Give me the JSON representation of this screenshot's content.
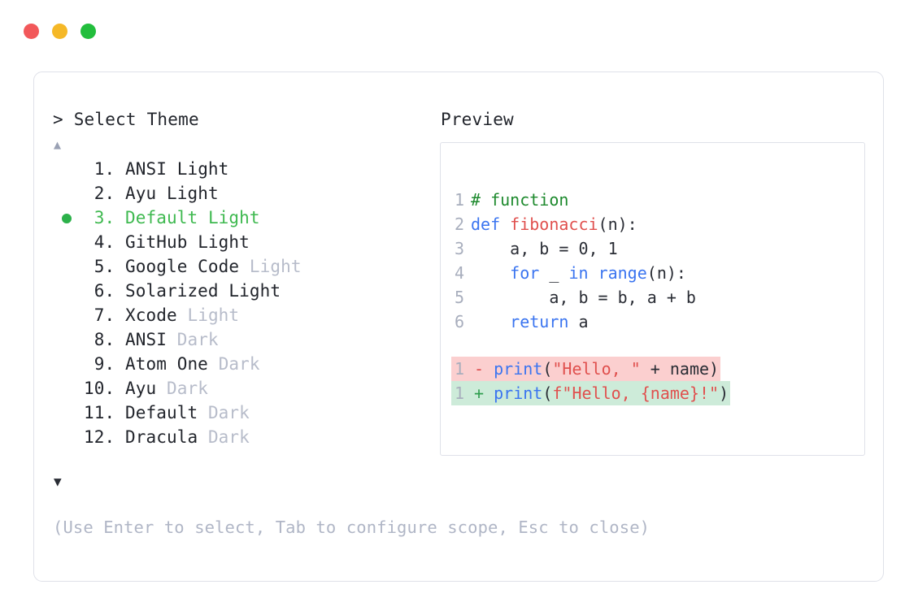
{
  "window": {
    "dots": [
      {
        "name": "close-dot",
        "color": "#f2585a"
      },
      {
        "name": "minimize-dot",
        "color": "#f5b827"
      },
      {
        "name": "maximize-dot",
        "color": "#22be3c"
      }
    ]
  },
  "left": {
    "prompt_symbol": "> ",
    "prompt_label": "Select Theme",
    "scroll_up_icon": "▲",
    "scroll_down_icon": "▼",
    "selected_index": 3,
    "selected_bullet_color": "#2cb14a",
    "items": [
      {
        "num": " 1.",
        "name": "ANSI",
        "tag": "Light",
        "tag_muted": false,
        "selected": false
      },
      {
        "num": " 2.",
        "name": "Ayu",
        "tag": "Light",
        "tag_muted": false,
        "selected": false
      },
      {
        "num": " 3.",
        "name": "Default",
        "tag": "Light",
        "tag_muted": false,
        "selected": true
      },
      {
        "num": " 4.",
        "name": "GitHub",
        "tag": "Light",
        "tag_muted": false,
        "selected": false
      },
      {
        "num": " 5.",
        "name": "Google Code",
        "tag": "Light",
        "tag_muted": true,
        "selected": false
      },
      {
        "num": " 6.",
        "name": "Solarized",
        "tag": "Light",
        "tag_muted": false,
        "selected": false
      },
      {
        "num": " 7.",
        "name": "Xcode",
        "tag": "Light",
        "tag_muted": true,
        "selected": false
      },
      {
        "num": " 8.",
        "name": "ANSI",
        "tag": "Dark",
        "tag_muted": true,
        "selected": false
      },
      {
        "num": " 9.",
        "name": "Atom One",
        "tag": "Dark",
        "tag_muted": true,
        "selected": false
      },
      {
        "num": "10.",
        "name": "Ayu",
        "tag": "Dark",
        "tag_muted": true,
        "selected": false
      },
      {
        "num": "11.",
        "name": "Default",
        "tag": "Dark",
        "tag_muted": true,
        "selected": false
      },
      {
        "num": "12.",
        "name": "Dracula",
        "tag": "Dark",
        "tag_muted": true,
        "selected": false
      }
    ],
    "footer_hint": "(Use Enter to select, Tab to configure scope, Esc to close)"
  },
  "right": {
    "preview_label": "Preview",
    "code_lines": [
      {
        "n": "1",
        "tokens": [
          {
            "t": "# function",
            "c": "t-comment"
          }
        ]
      },
      {
        "n": "2",
        "tokens": [
          {
            "t": "def ",
            "c": "t-kw"
          },
          {
            "t": "fibonacci",
            "c": "t-fn"
          },
          {
            "t": "(n):",
            "c": "t-plain"
          }
        ]
      },
      {
        "n": "3",
        "tokens": [
          {
            "t": "    a, b = 0, 1",
            "c": "t-plain"
          }
        ]
      },
      {
        "n": "4",
        "tokens": [
          {
            "t": "    ",
            "c": "t-plain"
          },
          {
            "t": "for ",
            "c": "t-kw"
          },
          {
            "t": "_ ",
            "c": "t-plain"
          },
          {
            "t": "in ",
            "c": "t-kw"
          },
          {
            "t": "range",
            "c": "t-call"
          },
          {
            "t": "(n):",
            "c": "t-plain"
          }
        ]
      },
      {
        "n": "5",
        "tokens": [
          {
            "t": "        a, b = b, a + b",
            "c": "t-plain"
          }
        ]
      },
      {
        "n": "6",
        "tokens": [
          {
            "t": "    ",
            "c": "t-plain"
          },
          {
            "t": "return ",
            "c": "t-kw"
          },
          {
            "t": "a",
            "c": "t-plain"
          }
        ]
      }
    ],
    "diff_lines": [
      {
        "n": "1",
        "kind": "del",
        "mark": "-",
        "tokens": [
          {
            "t": "print",
            "c": "t-call"
          },
          {
            "t": "(",
            "c": "t-plain"
          },
          {
            "t": "\"Hello, \"",
            "c": "t-str"
          },
          {
            "t": " + name)",
            "c": "t-plain"
          }
        ]
      },
      {
        "n": "1",
        "kind": "add",
        "mark": "+",
        "tokens": [
          {
            "t": "print",
            "c": "t-call"
          },
          {
            "t": "(",
            "c": "t-plain"
          },
          {
            "t": "f\"Hello, {name}!\"",
            "c": "t-str"
          },
          {
            "t": ")",
            "c": "t-plain"
          }
        ]
      }
    ]
  },
  "colors": {
    "accent_green": "#3fb950",
    "muted_tag": "#b7bcca",
    "border": "#dfe1e9",
    "diff_del_bg": "#fbcfcf",
    "diff_add_bg": "#cdebd9"
  }
}
